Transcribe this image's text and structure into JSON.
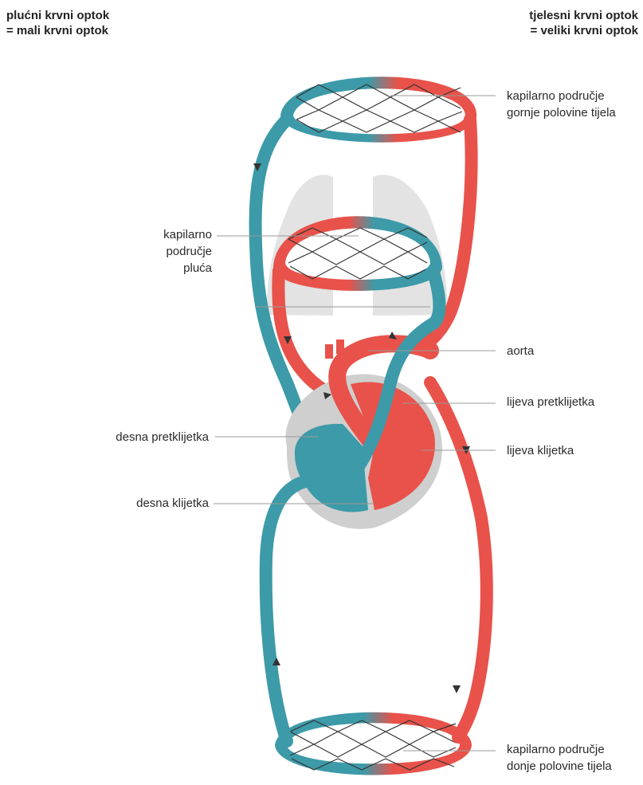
{
  "header_left": {
    "line1": "plućni krvni optok",
    "line2": "= mali krvni optok"
  },
  "header_right": {
    "line1": "tjelesni krvni optok",
    "line2": "= veliki krvni optok"
  },
  "labels": {
    "upper_capillaries": {
      "line1": "kapilarno područje",
      "line2": "gornje polovine tijela"
    },
    "lung_capillaries": {
      "line1": "kapilarno",
      "line2": "područje",
      "line3": "pluća"
    },
    "aorta": "aorta",
    "left_atrium": "lijeva pretklijetka",
    "right_atrium": "desna pretklijetka",
    "left_ventricle": "lijeva klijetka",
    "right_ventricle": "desna klijetka",
    "lower_capillaries": {
      "line1": "kapilarno područje",
      "line2": "donje polovine tijela"
    }
  },
  "colors": {
    "oxygenated": "#e8524a",
    "deoxygenated": "#3d9aa8",
    "lungs": "#e3e3e3",
    "heart_wall": "#cfcfcf",
    "leader_line": "#9a9a9a",
    "capillary_mesh": "#333333"
  }
}
